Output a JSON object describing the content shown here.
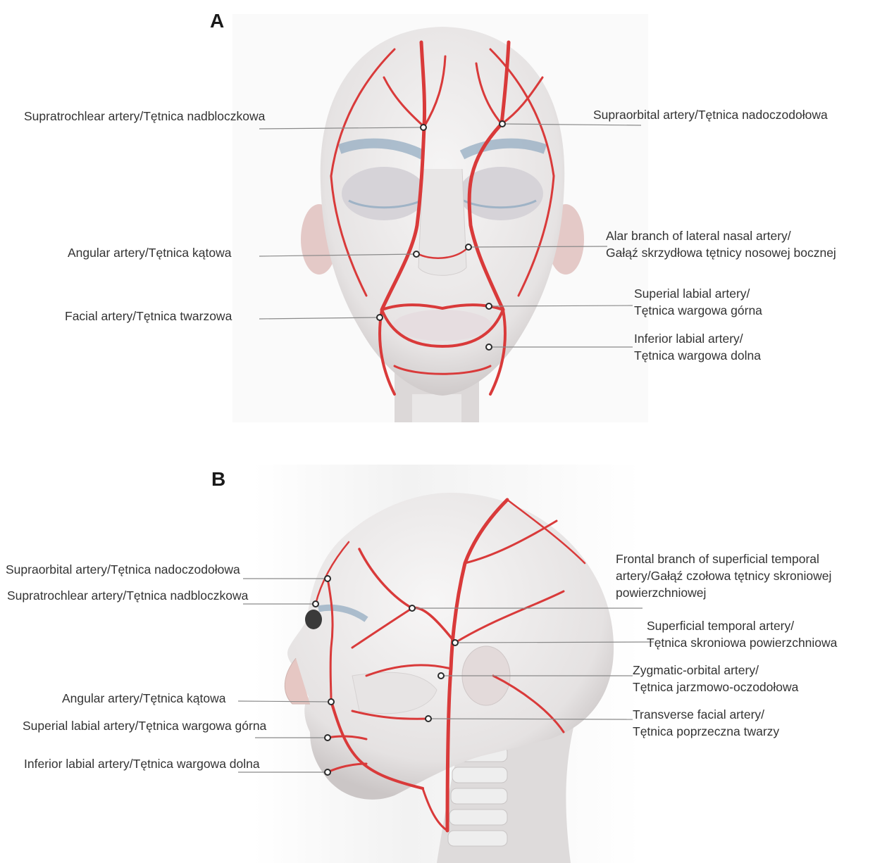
{
  "panels": {
    "a": {
      "letter": "A",
      "labels": {
        "supratrochlear": "Supratrochlear artery/Tętnica nadbloczkowa",
        "supraorbital": "Supraorbital artery/Tętnica nadoczodołowa",
        "angular": "Angular artery/Tętnica kątowa",
        "alar_1": "Alar branch of lateral nasal artery/",
        "alar_2": "Gałąź skrzydłowa tętnicy nosowej bocznej",
        "facial": "Facial artery/Tętnica twarzowa",
        "superior_labial_1": "Superial labial artery/",
        "superior_labial_2": "Tętnica wargowa górna",
        "inferior_labial_1": "Inferior labial artery/",
        "inferior_labial_2": "Tętnica wargowa dolna"
      }
    },
    "b": {
      "letter": "B",
      "labels": {
        "supraorbital": "Supraorbital artery/Tętnica nadoczodołowa",
        "supratrochlear": "Supratrochlear artery/Tętnica nadbloczkowa",
        "angular": "Angular artery/Tętnica kątowa",
        "superior_labial": "Superial labial artery/Tętnica wargowa górna",
        "inferior_labial": "Inferior labial artery/Tętnica wargowa dolna",
        "frontal_branch_1": "Frontal branch of superficial temporal",
        "frontal_branch_2": "artery/Gałąź czołowa tętnicy skroniowej",
        "frontal_branch_3": "powierzchniowej",
        "superficial_temporal_1": "Superficial temporal artery/",
        "superficial_temporal_2": "Tętnica skroniowa powierzchniowa",
        "zygomatic_orbital_1": "Zygmatic-orbital artery/",
        "zygomatic_orbital_2": "Tętnica jarzmowo-oczodołowa",
        "transverse_facial_1": "Transverse facial artery/",
        "transverse_facial_2": "Tętnica poprzeczna twarzy"
      }
    }
  },
  "colors": {
    "artery": "#d93a3a",
    "skin": "#efeded",
    "skin_shadow": "#d9d6d6",
    "leader": "#8a8a8a",
    "marker": "#2a2a2a",
    "eyebrow": "#8fa8bf"
  }
}
